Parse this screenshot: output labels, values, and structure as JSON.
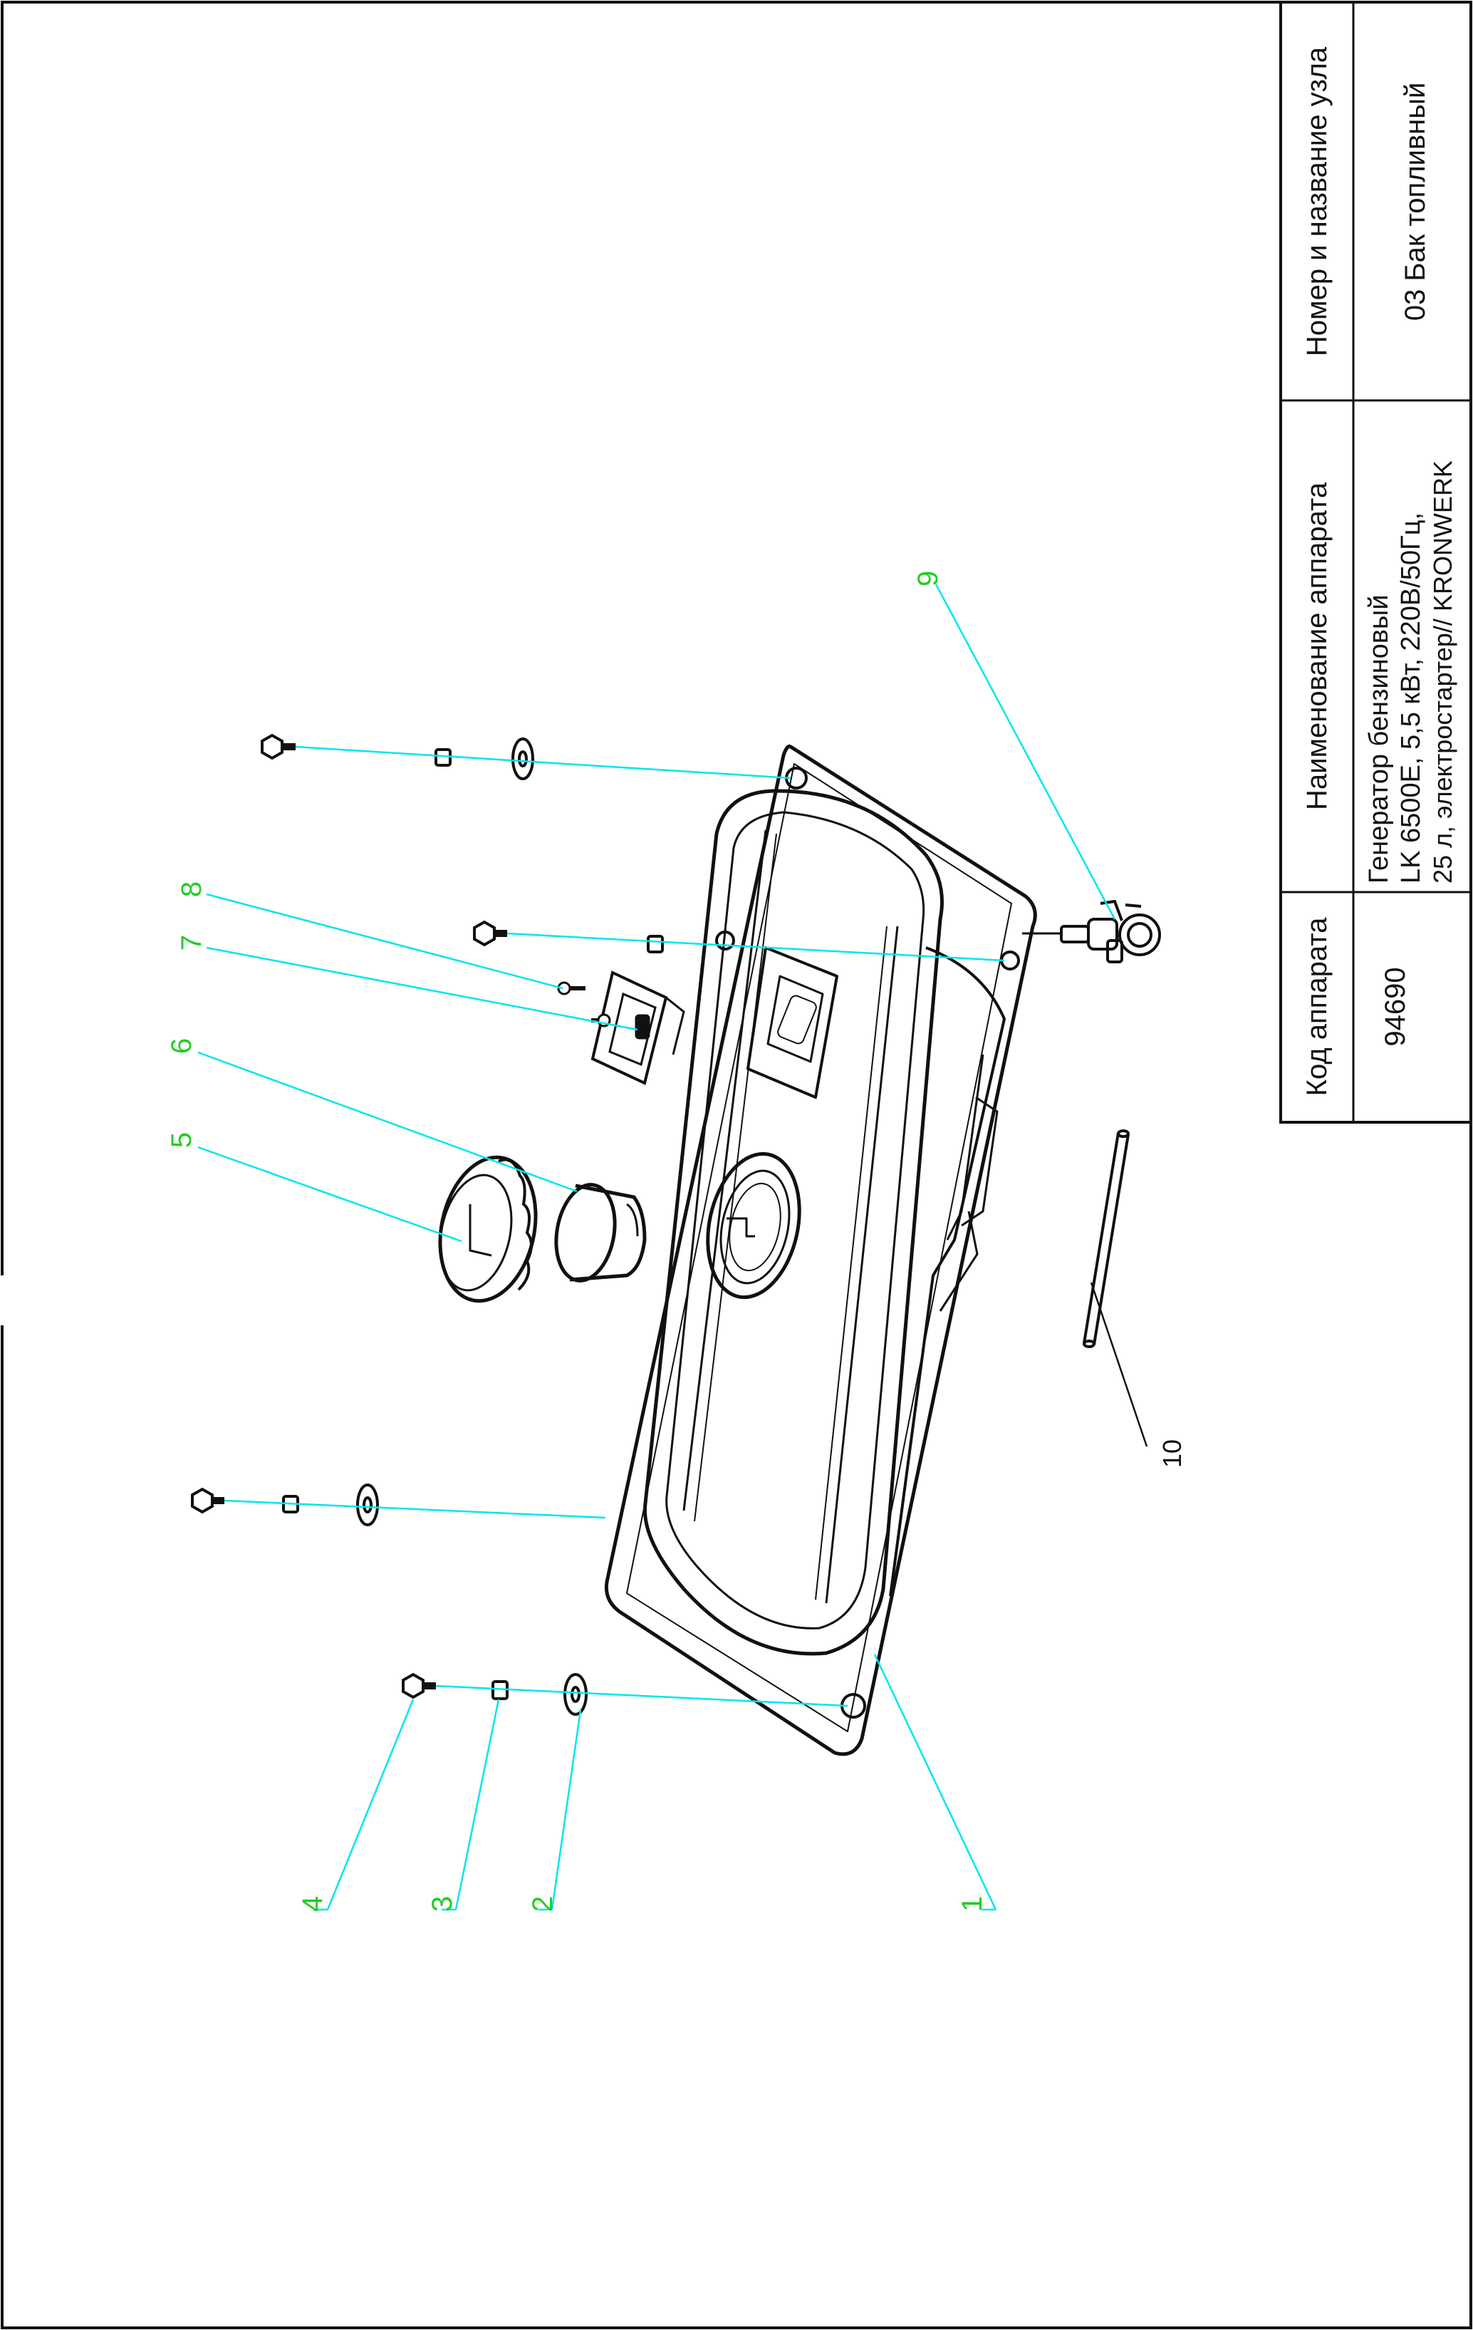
{
  "title_block": {
    "col1_header": "Код аппарата",
    "col1_value": "94690",
    "col2_header": "Наименование аппарата",
    "col2_value_line1": "Генератор бензиновый",
    "col2_value_line2": "LK 6500E, 5,5 кВт, 220В/50Гц,",
    "col2_value_line3": "25 л, электростартер// KRONWERK",
    "col3_header": "Номер и название узла",
    "col3_value": "03 Бак топливный"
  },
  "callouts": {
    "c1": "1",
    "c2": "2",
    "c3": "3",
    "c4": "4",
    "c5": "5",
    "c6": "6",
    "c7": "7",
    "c8": "8",
    "c9": "9",
    "c10": "10"
  },
  "colors": {
    "leader": "#00e5ee",
    "callout_text": "#22cc22",
    "line": "#111111"
  }
}
